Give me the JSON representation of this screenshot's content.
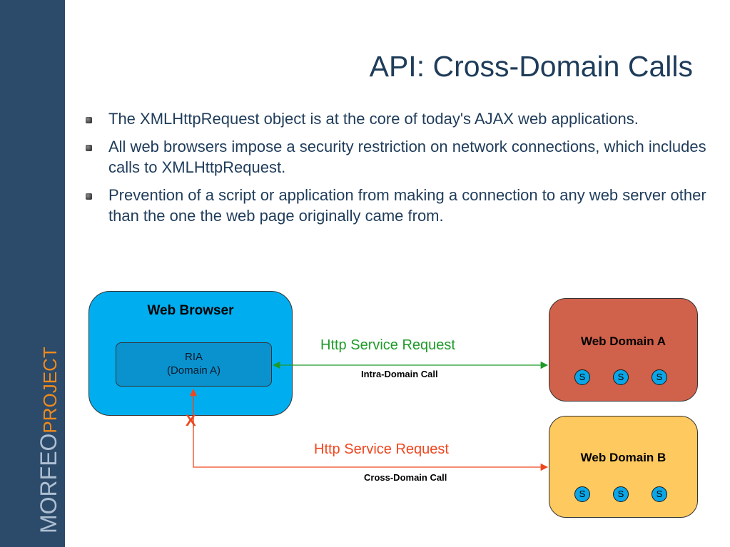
{
  "sidebar": {
    "brand_part1": "MORFEO",
    "brand_part2": "PROJECT"
  },
  "slide": {
    "title": "API: Cross-Domain Calls",
    "bullets": [
      "The XMLHttpRequest object is at the core of today's AJAX web applications.",
      "All web browsers impose a security restriction on network connections, which includes calls to XMLHttpRequest.",
      "Prevention of a script or application from making a connection to any web server other than the one the web page originally came from."
    ]
  },
  "diagram": {
    "browser": {
      "title": "Web Browser",
      "ria_line1": "RIA",
      "ria_line2": "(Domain A)"
    },
    "domain_a": {
      "title": "Web Domain A",
      "services": [
        "S",
        "S",
        "S"
      ]
    },
    "domain_b": {
      "title": "Web Domain B",
      "services": [
        "S",
        "S",
        "S"
      ]
    },
    "intra": {
      "request_label": "Http Service Request",
      "call_label": "Intra-Domain Call"
    },
    "cross": {
      "request_label": "Http Service Request",
      "call_label": "Cross-Domain Call",
      "blocked_mark": "X"
    },
    "colors": {
      "intra": "#1f9a2a",
      "cross": "#f0461e"
    }
  }
}
